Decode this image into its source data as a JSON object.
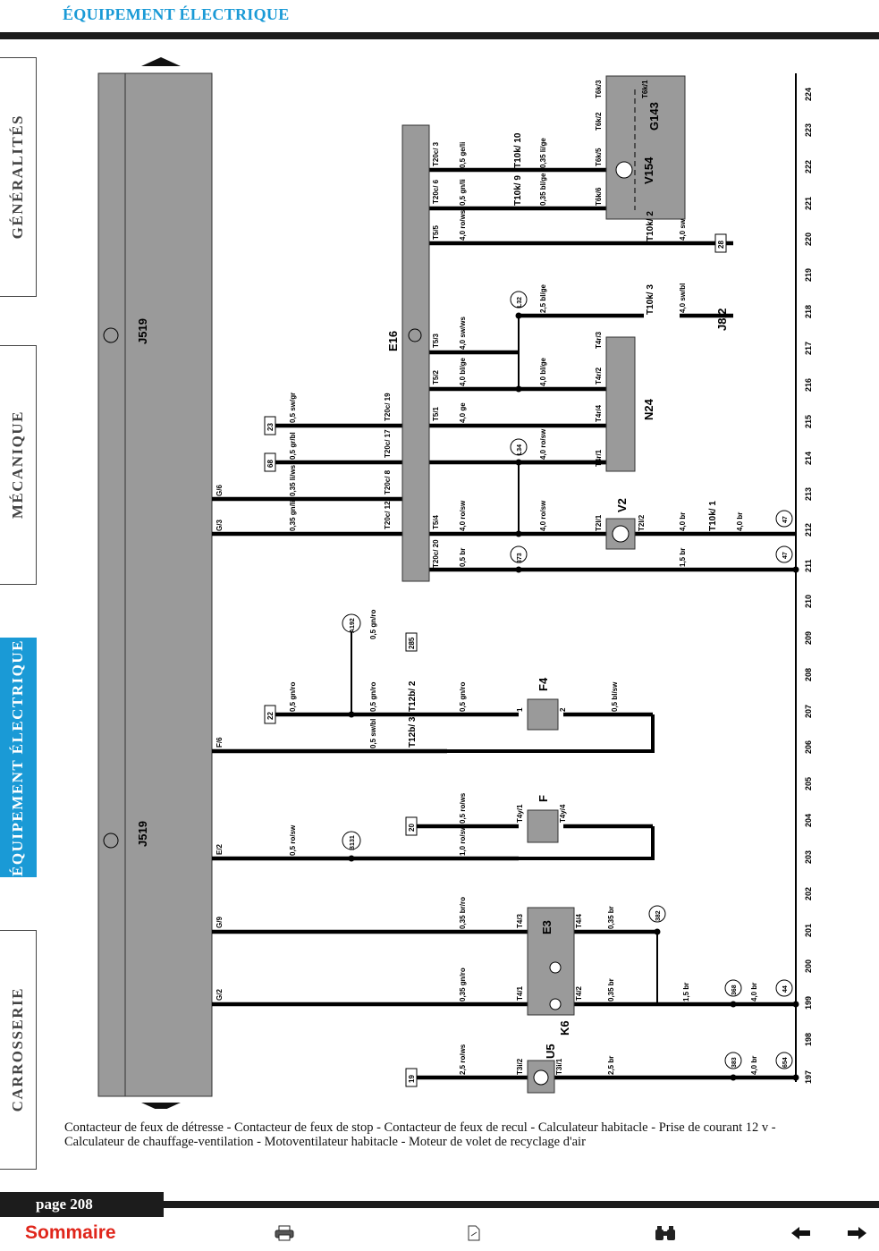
{
  "header": {
    "title": "ÉQUIPEMENT ÉLECTRIQUE"
  },
  "sidebar": {
    "tabs": [
      {
        "label": "GÉNÉRALITÉS",
        "active": false
      },
      {
        "label": "MÉCANIQUE",
        "active": false
      },
      {
        "label": "ÉQUIPEMENT ÉLECTRIQUE",
        "active": true
      },
      {
        "label": "CARROSSERIE",
        "active": false
      }
    ]
  },
  "diagram": {
    "columns": [
      "197",
      "198",
      "199",
      "200",
      "201",
      "202",
      "203",
      "204",
      "205",
      "206",
      "207",
      "208",
      "209",
      "210",
      "211",
      "212",
      "213",
      "214",
      "215",
      "216",
      "217",
      "218",
      "219",
      "220",
      "221",
      "222",
      "223",
      "224"
    ],
    "component_labels": {
      "j519": "J519",
      "e16": "E16",
      "n24": "N24",
      "v2": "V2",
      "g143": "G143",
      "v154": "V154",
      "f4": "F4",
      "f": "F",
      "e3": "E3",
      "k6": "K6",
      "u5": "U5",
      "j8_2": "J8/2"
    },
    "pins": {
      "j519_g6": "G/6",
      "j519_g3": "G/3",
      "j519_f6": "F/6",
      "j519_e2": "E/2",
      "j519_g9": "G/9",
      "j519_g2": "G/2",
      "e16_t20c20": "T20c/ 20",
      "e16_t54": "T5/4",
      "e16_t20c12": "T20c/ 12",
      "e16_t20c8": "T20c/ 8",
      "e16_t20c17": "T20c/ 17",
      "e16_t20c19": "T20c/ 19",
      "e16_t51": "T5/1",
      "e16_t52": "T5/2",
      "e16_t53": "T5/3",
      "e16_t55": "T5/5",
      "e16_t20c6": "T20c/ 6",
      "e16_t20c3": "T20c/ 3",
      "n24_t4r1": "T4r/1",
      "n24_t4r4": "T4r/4",
      "n24_t4r2": "T4r/2",
      "n24_t4r3": "T4r/3",
      "v2_t2l1": "T2l/1",
      "v2_t2l2": "T2l/2",
      "g143_t6k6": "T6k/6",
      "g143_t6k5": "T6k/5",
      "g143_t6k2": "T6k/2",
      "g143_t6k3": "T6k/3",
      "g143_t6k1": "T6k/1",
      "f4_1": "1",
      "f4_2": "2",
      "f_t4y1": "T4y/1",
      "f_t4y4": "T4y/4",
      "e3_t43": "T4/3",
      "e3_t44": "T4/4",
      "e3_t41": "T4/1",
      "e3_t42": "T4/2",
      "u5_t3i2": "T3i/2",
      "u5_t3i1": "T3i/1"
    },
    "connectors": {
      "t10k9": "T10k/ 9",
      "t10k10": "T10k/ 10",
      "t10k2": "T10k/ 2",
      "t10k3": "T10k/ 3",
      "t10k1": "T10k/ 1",
      "t12b2": "T12b/ 2",
      "t12b3": "T12b/ 3"
    },
    "wires": {
      "w213": "0,35 li/ws",
      "w212": "0,35 gn/li",
      "w214": "0,5 gr/bl",
      "w215": "0,5 sw/gr",
      "w211a": "0,5 br",
      "w211b": "1,5 br",
      "w212b": "4,0 ro/sw",
      "w212c": "4,0 ro/sw",
      "w212d": "4,0 br",
      "w212e": "4,0 br",
      "w214b": "4,0 ro/sw",
      "w215b": "4,0 ge",
      "w216a": "4,0 bl/ge",
      "w216b": "4,0 bl/ge",
      "w217": "4,0 sw/ws",
      "w218a": "2,5 bl/ge",
      "w218b": "4,0 sw/bl",
      "w220a": "4,0 ro/ws",
      "w220b": "4,0 sw",
      "w221a": "0,5 gn/li",
      "w221b": "0,35 bl/ge",
      "w222a": "0,5 ge/li",
      "w222b": "0,35 li/ge",
      "w209": "0,5 gn/ro",
      "w207a": "0,5 gn/ro",
      "w207b": "0,5 gn/ro",
      "w207c": "0,5 gn/ro",
      "w207d": "0,5 bl/sw",
      "w206": "0,5 sw/bl",
      "w204": "0,5 ro/ws",
      "w203a": "0,5 ro/sw",
      "w203b": "1,0 ro/sw",
      "w201a": "0,35 br/ro",
      "w201b": "0,35 br",
      "w199a": "0,35 gn/ro",
      "w199b": "0,35 br",
      "w199c": "1,5 br",
      "w199d": "4,0 br",
      "w197a": "2,5 ro/ws",
      "w197b": "2,5 br",
      "w197c": "4,0 br"
    },
    "refs": {
      "r23": "23",
      "r68": "68",
      "r22": "22",
      "r20": "20",
      "r19": "19",
      "r28": "28",
      "r285": "285"
    },
    "circles": {
      "l32": "L32",
      "l34": "L34",
      "c373": "373",
      "c47a": "47",
      "c47b": "47",
      "a192": "A192",
      "b131": "B131",
      "c382": "382",
      "c368": "368",
      "c44": "44",
      "c383": "383",
      "c654": "654"
    }
  },
  "caption": "Contacteur de feux de détresse - Contacteur de feux de stop - Contacteur de feux de recul - Calculateur habitacle - Prise de courant 12 v - Calculateur de chauffage-ventilation - Motoventilateur habitacle - Moteur de volet de recyclage d'air",
  "footer": {
    "page": "page 208",
    "sommaire": "Sommaire",
    "icons": [
      "printer-icon",
      "document-icon",
      "binoculars-icon",
      "arrow-left-icon",
      "arrow-right-icon"
    ]
  },
  "colors": {
    "accent": "#1a9ad6",
    "sommaire": "#e0261b",
    "rule": "#1c1c1c",
    "module_fill": "#9a9a9a"
  }
}
